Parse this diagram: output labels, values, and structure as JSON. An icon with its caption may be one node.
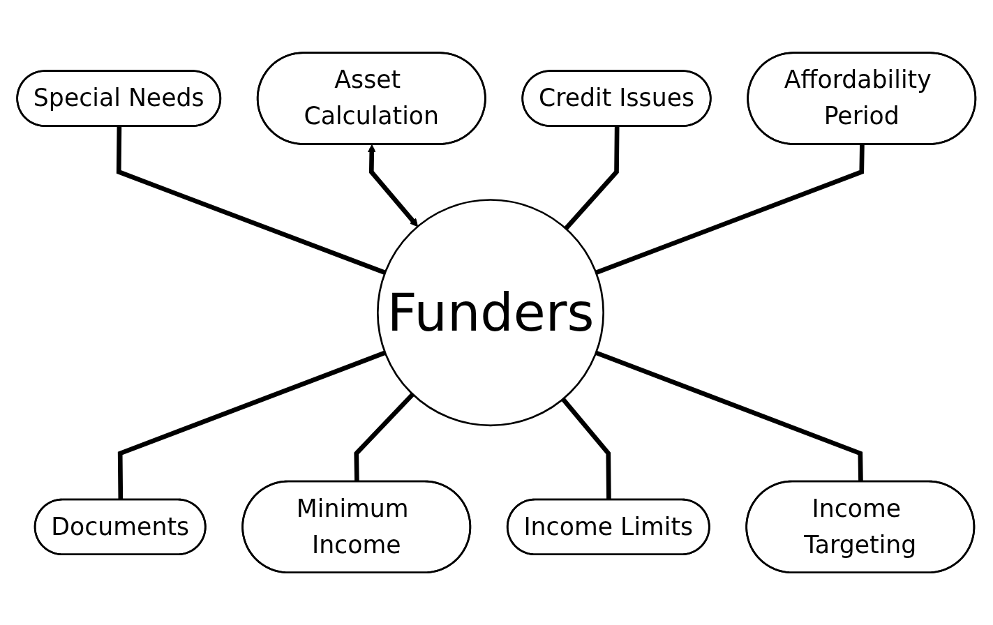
{
  "diagram": {
    "nodes": [
      {
        "text": [
          "Funders"
        ]
      },
      {
        "text": [
          "Special Needs"
        ]
      },
      {
        "text": [
          "Asset Calculation"
        ]
      },
      {
        "text": [
          "Credit Issues"
        ]
      },
      {
        "text": [
          "Affordability Period"
        ]
      },
      {
        "text": [
          "Documents"
        ]
      },
      {
        "text": [
          "Minimum Income"
        ]
      },
      {
        "text": [
          "Income Limits"
        ]
      },
      {
        "text": [
          "Income Targeting"
        ]
      }
    ],
    "edges": [
      {
        "from": 1,
        "to": 0,
        "arrow": "none"
      },
      {
        "from": 2,
        "to": 0,
        "arrow": "both"
      },
      {
        "from": 3,
        "to": 0,
        "arrow": "none"
      },
      {
        "from": 4,
        "to": 0,
        "arrow": "none"
      },
      {
        "from": 0,
        "to": 5,
        "arrow": "none"
      },
      {
        "from": 0,
        "to": 6,
        "arrow": "none"
      },
      {
        "from": 0,
        "to": 7,
        "arrow": "none"
      },
      {
        "from": 0,
        "to": 8,
        "arrow": "none"
      }
    ]
  }
}
